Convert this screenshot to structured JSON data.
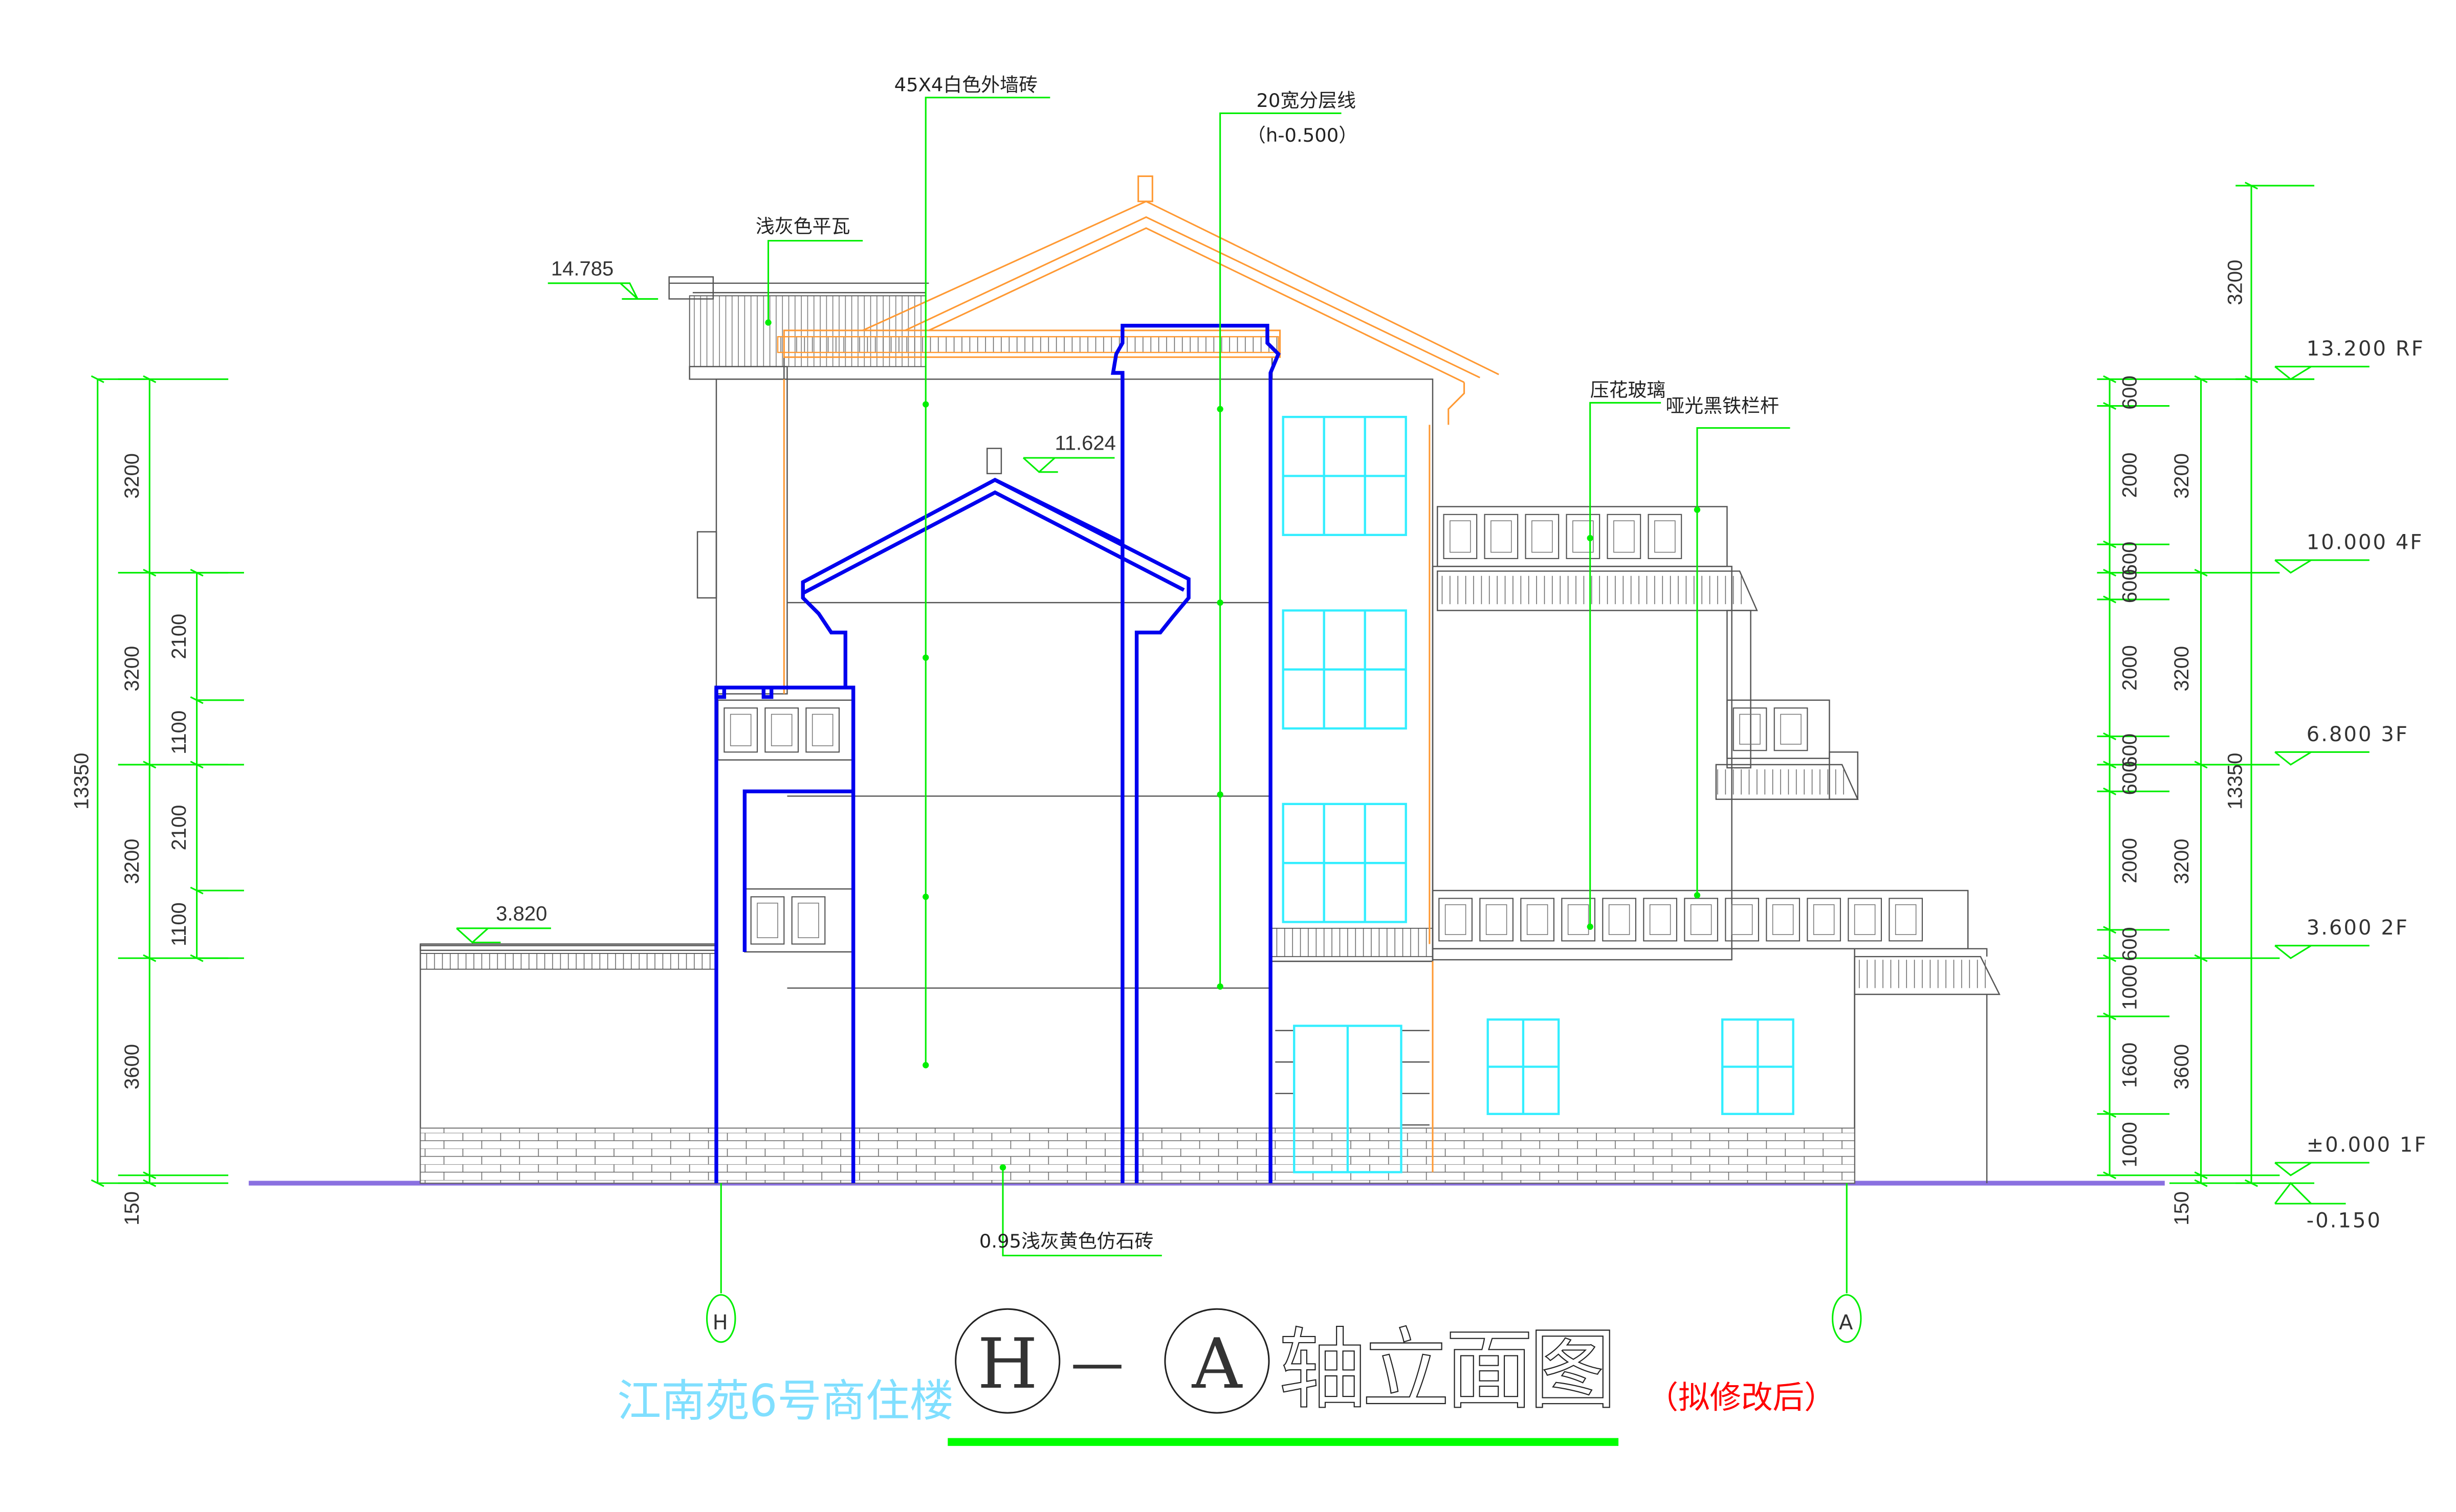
{
  "annotations": {
    "wall_tile": "45X4白色外墙砖",
    "floor_line": "20宽分层线",
    "floor_line_height": "（h-0.500）",
    "roof_tile": "浅灰色平瓦",
    "embossed_glass": "压花玻璃",
    "iron_railing": "哑光黑铁栏杆",
    "base_stone": "0.95浅灰黄色仿石砖"
  },
  "elevations": {
    "ridge": "14.785",
    "small_gable": "11.624",
    "low_wall": "3.820"
  },
  "levels": [
    {
      "text": "13.200 RF"
    },
    {
      "text": "10.000 4F"
    },
    {
      "text": "6.800 3F"
    },
    {
      "text": "3.600 2F"
    },
    {
      "text": "±0.000 1F"
    },
    {
      "text": "-0.150"
    }
  ],
  "left_dims": {
    "total": "13350",
    "floors": [
      "3200",
      "3200",
      "3200",
      "3600",
      "150"
    ],
    "sub": [
      "2100",
      "1100",
      "2100",
      "1100"
    ]
  },
  "right_dims": {
    "total": "13350",
    "floors": [
      "3200",
      "3200",
      "3200",
      "3200",
      "3600",
      "150"
    ],
    "sub": [
      "600",
      "2000",
      "600",
      "600",
      "2000",
      "600",
      "600",
      "2000",
      "600",
      "1000",
      "1600",
      "1000"
    ]
  },
  "axes": {
    "left": "H",
    "right": "A"
  },
  "title": {
    "project": "江南苑6号商住楼",
    "axis_from": "H",
    "dash": "—",
    "axis_to": "A",
    "name": "轴立面图",
    "note": "（拟修改后）"
  },
  "colors": {
    "dim": "#00ee00",
    "ground": "#8a70e0",
    "highlight": "#0000ee",
    "window": "#33eeff",
    "project": "#80dfff",
    "note": "#ff0000"
  }
}
